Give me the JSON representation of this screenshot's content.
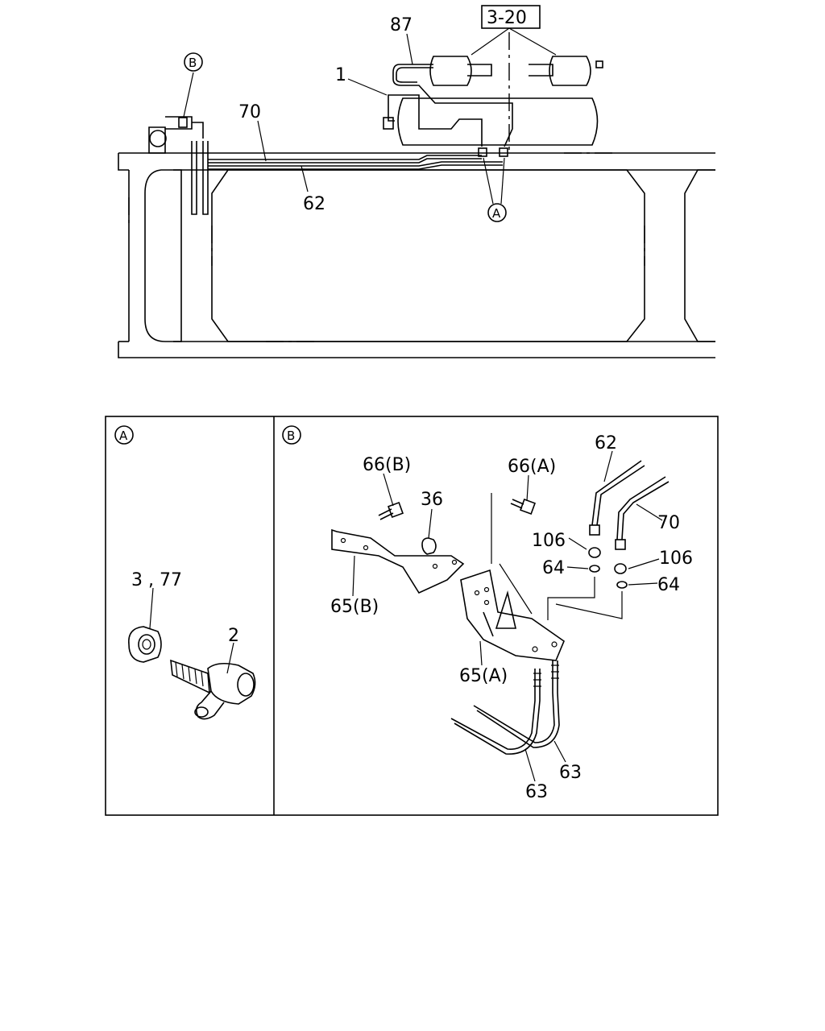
{
  "top_view": {
    "ref_box": "3-20",
    "callouts": [
      "87",
      "1",
      "70",
      "62"
    ],
    "circle_a": "A",
    "circle_b": "B"
  },
  "detail_a": {
    "marker": "A",
    "labels": [
      "3 , 77",
      "2"
    ]
  },
  "detail_b": {
    "marker": "B",
    "labels": [
      "66(B)",
      "36",
      "66(A)",
      "62",
      "70",
      "106",
      "64",
      "106",
      "64",
      "65(B)",
      "65(A)",
      "63",
      "63"
    ]
  }
}
